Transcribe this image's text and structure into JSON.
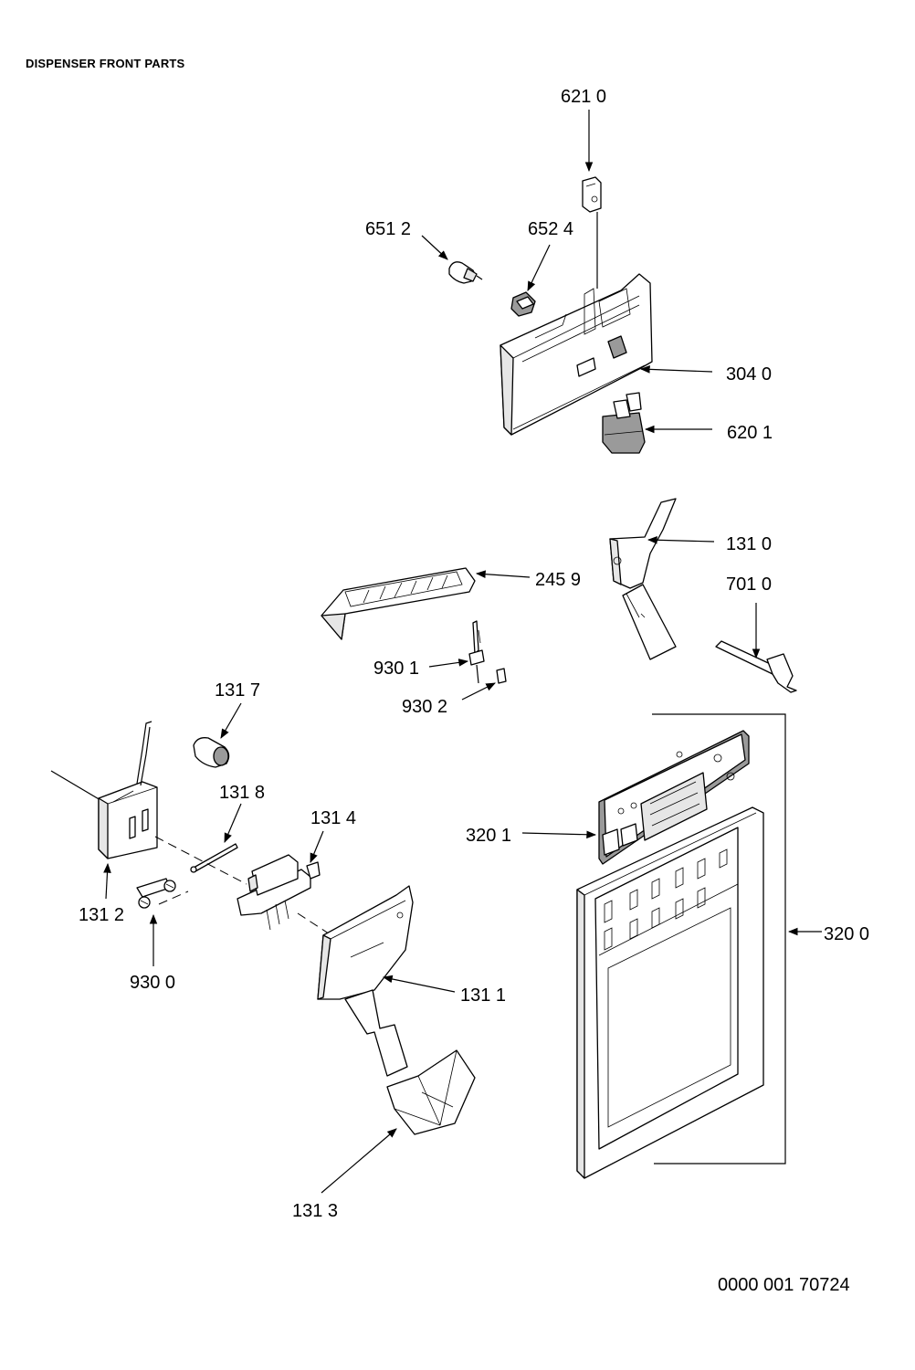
{
  "title": "DISPENSER FRONT PARTS",
  "drawing_number": "0000 001 70724",
  "callouts": {
    "p6210": "621 0",
    "p6512": "651 2",
    "p6524": "652 4",
    "p3040": "304 0",
    "p6201": "620 1",
    "p1310": "131 0",
    "p2459": "245 9",
    "p7010": "701 0",
    "p9301": "930 1",
    "p9302": "930 2",
    "p1317": "131 7",
    "p1318": "131 8",
    "p1314": "131 4",
    "p3201": "320 1",
    "p3200": "320 0",
    "p1312": "131 2",
    "p9300": "930 0",
    "p1311": "131 1",
    "p1313": "131 3"
  }
}
